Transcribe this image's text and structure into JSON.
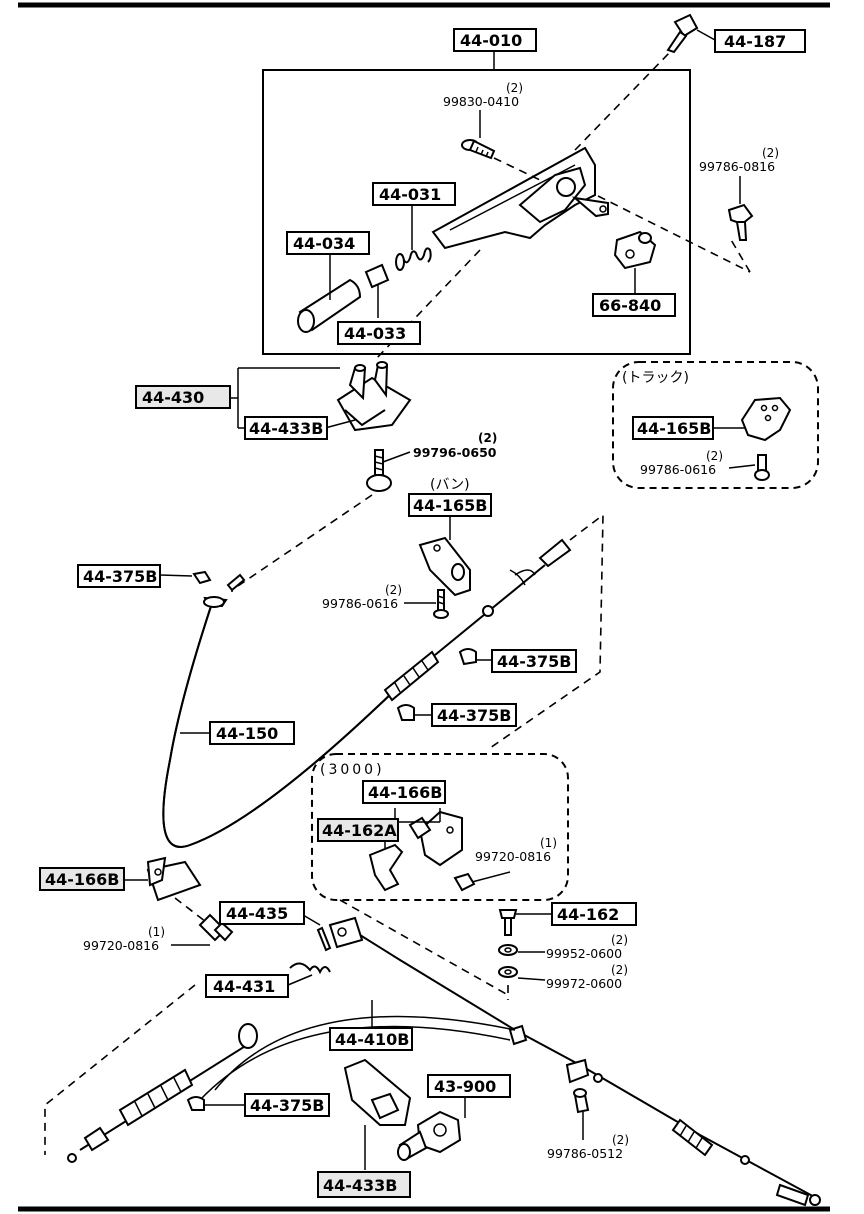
{
  "callouts": {
    "c44_010": "44-010",
    "c44_187": "44-187",
    "c44_031": "44-031",
    "c44_034": "44-034",
    "c44_033": "44-033",
    "c66_840": "66-840",
    "c44_430": "44-430",
    "c44_433B_top": "44-433B",
    "c44_165B_truck": "44-165B",
    "c44_165B_van": "44-165B",
    "c44_375B_a": "44-375B",
    "c44_375B_b": "44-375B",
    "c44_375B_c": "44-375B",
    "c44_375B_d": "44-375B",
    "c44_150": "44-150",
    "c44_166B_top": "44-166B",
    "c44_162A": "44-162A",
    "c44_166B_left": "44-166B",
    "c44_435": "44-435",
    "c44_162": "44-162",
    "c44_431": "44-431",
    "c44_410B": "44-410B",
    "c43_900": "43-900",
    "c44_433B_bottom": "44-433B"
  },
  "part_numbers": {
    "p99830_0410": "99830-0410",
    "p99786_0816": "99786-0816",
    "p99796_0650": "99796-0650",
    "p99786_0616_truck": "99786-0616",
    "p99786_0616_van": "99786-0616",
    "p99720_0816_top": "99720-0816",
    "p99720_0816_left": "99720-0816",
    "p99952_0600": "99952-0600",
    "p99972_0600": "99972-0600",
    "p99786_0512": "99786-0512"
  },
  "quantities": {
    "q99830_0410": "(2)",
    "q99786_0816": "(2)",
    "q99796_0650": "(2)",
    "q99786_0616_truck": "(2)",
    "q99786_0616_van": "(2)",
    "q99720_0816_top": "(1)",
    "q99720_0816_left": "(1)",
    "q99952_0600": "(2)",
    "q99972_0600": "(2)",
    "q99786_0512": "(2)"
  },
  "groups": {
    "truck_label": "(トラック)",
    "van_label": "(バン)",
    "g3000_label": "(3000)"
  }
}
